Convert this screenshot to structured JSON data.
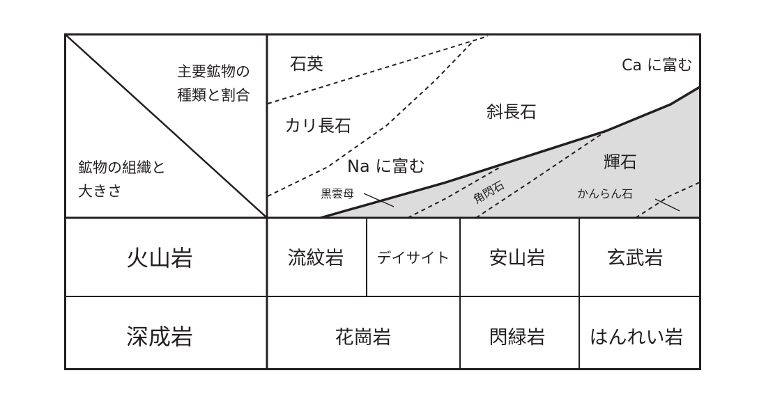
{
  "header": {
    "top_label": "主要鉱物の\n種類と割合",
    "bottom_label": "鉱物の組織と\n大きさ"
  },
  "minerals": {
    "quartz": "石英",
    "k_feldspar": "カリ長石",
    "plagioclase": "斜長石",
    "na_rich": "Na に富む",
    "ca_rich": "Ca に富む",
    "pyroxene": "輝石",
    "biotite": "黒雲母",
    "amphibole": "角閃石",
    "olivine": "かんらん石"
  },
  "rocks": {
    "volcanic": {
      "category": "火山岩",
      "types": [
        "流紋岩",
        "デイサイト",
        "安山岩",
        "玄武岩"
      ]
    },
    "plutonic": {
      "category": "深成岩",
      "types": [
        "花崗岩",
        "閃緑岩",
        "はんれい岩"
      ]
    }
  },
  "colors": {
    "line": "#231f20",
    "mafic_fill": "#dcdcdc",
    "background": "#ffffff"
  }
}
